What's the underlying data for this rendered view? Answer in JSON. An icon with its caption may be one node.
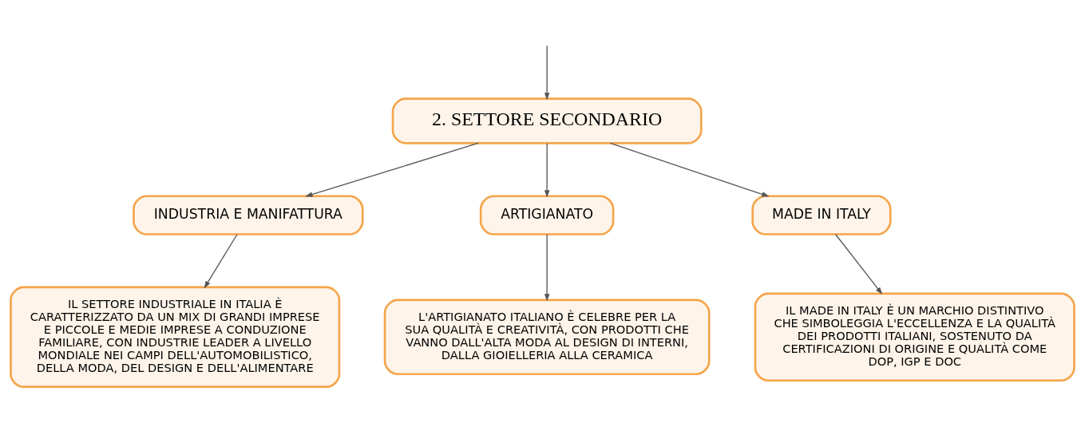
{
  "diagram": {
    "nodes": [
      {
        "text": [
          "2. SETTORE SECONDARIO"
        ]
      },
      {
        "text": [
          "INDUSTRIA E MANIFATTURA"
        ]
      },
      {
        "text": [
          "ARTIGIANATO"
        ]
      },
      {
        "text": [
          "MADE IN ITALY"
        ]
      },
      {
        "text": [
          "IL SETTORE INDUSTRIALE IN ITALIA È CARATTERIZZATO DA UN MIX DI GRANDI IMPRESE E PICCOLE E MEDIE IMPRESE A CONDUZIONE FAMILIARE, CON INDUSTRIE LEADER A LIVELLO MONDIALE NEI CAMPI DELL'AUTOMOBILISTICO, DELLA MODA, DEL DESIGN E DELL'ALIMENTARE"
        ]
      },
      {
        "text": [
          "L'ARTIGIANATO ITALIANO È CELEBRE PER LA SUA QUALITÀ E CREATIVITÀ, CON PRODOTTI CHE VANNO DALL'ALTA MODA AL DESIGN DI INTERNI, DALLA GIOIELLERIA ALLA CERAMICA"
        ]
      },
      {
        "text": [
          "IL MADE IN ITALY È UN MARCHIO DISTINTIVO CHE SIMBOLEGGIA L'ECCELLENZA E LA QUALITÀ DEI PRODOTTI ITALIANI, SOSTENUTO DA CERTIFICAZIONI DI ORIGINE E QUALITÀ COME DOP, IGP E DOC"
        ]
      }
    ],
    "edges": [
      {
        "from": null,
        "to": 0,
        "arrow": "to"
      },
      {
        "from": 0,
        "to": 1,
        "arrow": "to"
      },
      {
        "from": 0,
        "to": 2,
        "arrow": "to"
      },
      {
        "from": 0,
        "to": 3,
        "arrow": "to"
      },
      {
        "from": 1,
        "to": 4,
        "arrow": "to"
      },
      {
        "from": 2,
        "to": 5,
        "arrow": "to"
      },
      {
        "from": 3,
        "to": 6,
        "arrow": "to"
      }
    ]
  }
}
